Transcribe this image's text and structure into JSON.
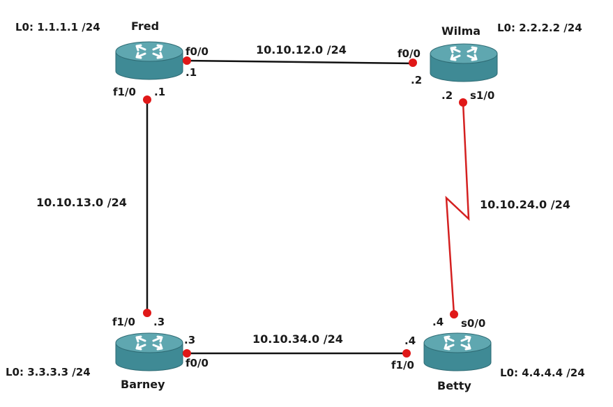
{
  "colors": {
    "ethernet_link": "#111111",
    "serial_link": "#d42020",
    "interface_dot": "#e01818",
    "router_top": "#5fa7b0",
    "router_body": "#3f8a95",
    "router_arrows": "#ffffff"
  },
  "icons": {
    "router": "router-icon"
  },
  "routers": {
    "fred": {
      "name": "Fred",
      "loopback": "L0: 1.1.1.1 /24"
    },
    "wilma": {
      "name": "Wilma",
      "loopback": "L0: 2.2.2.2 /24"
    },
    "barney": {
      "name": "Barney",
      "loopback": "L0: 3.3.3.3 /24"
    },
    "betty": {
      "name": "Betty",
      "loopback": "L0: 4.4.4.4 /24"
    }
  },
  "links": {
    "fred_wilma": {
      "network": "10.10.12.0 /24",
      "a_if": "f0/0",
      "a_host": ".1",
      "b_if": "f0/0",
      "b_host": ".2"
    },
    "fred_barney": {
      "network": "10.10.13.0 /24",
      "a_if": "f1/0",
      "a_host": ".1",
      "b_if": "f1/0",
      "b_host": ".3"
    },
    "wilma_betty": {
      "network": "10.10.24.0 /24",
      "a_if": "s1/0",
      "a_host": ".2",
      "b_if": "s0/0",
      "b_host": ".4"
    },
    "barney_betty": {
      "network": "10.10.34.0 /24",
      "a_if": "f0/0",
      "a_host": ".3",
      "b_if": "f1/0",
      "b_host": ".4"
    }
  }
}
